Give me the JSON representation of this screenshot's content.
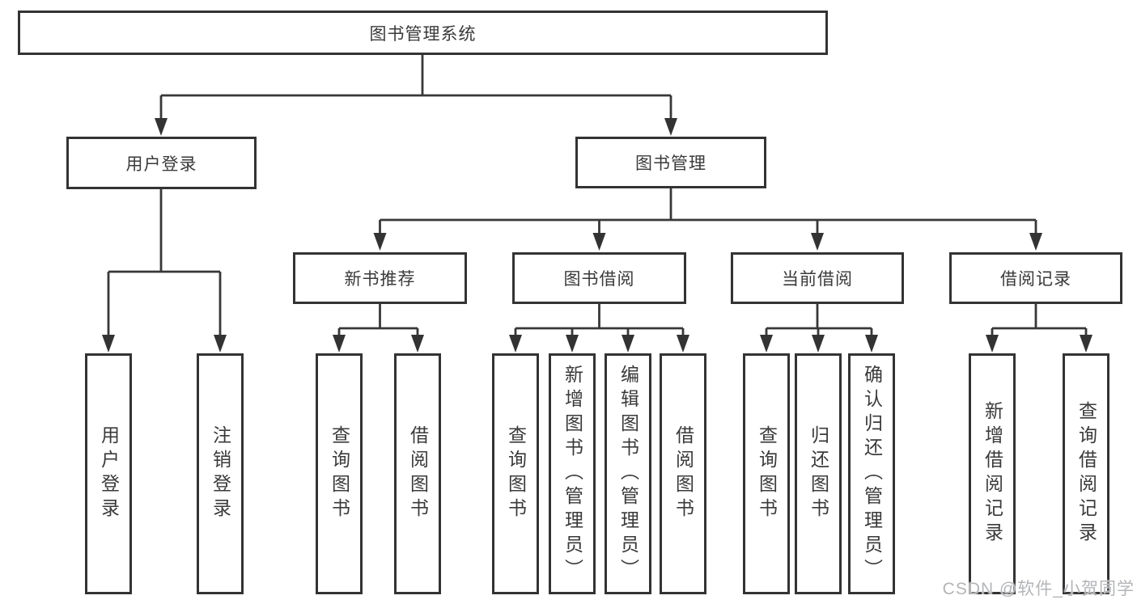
{
  "diagram": {
    "root": {
      "label": "图书管理系统",
      "children": [
        {
          "label": "用户登录",
          "children": [
            {
              "label": "用户登录"
            },
            {
              "label": "注销登录"
            }
          ]
        },
        {
          "label": "图书管理",
          "children": [
            {
              "label": "新书推荐",
              "children": [
                {
                  "label": "查询图书"
                },
                {
                  "label": "借阅图书"
                }
              ]
            },
            {
              "label": "图书借阅",
              "children": [
                {
                  "label": "查询图书"
                },
                {
                  "label": "新增图书（管理员）"
                },
                {
                  "label": "编辑图书（管理员）"
                },
                {
                  "label": "借阅图书"
                }
              ]
            },
            {
              "label": "当前借阅",
              "children": [
                {
                  "label": "查询图书"
                },
                {
                  "label": "归还图书"
                },
                {
                  "label": "确认归还（管理员）"
                }
              ]
            },
            {
              "label": "借阅记录",
              "children": [
                {
                  "label": "新增借阅记录"
                },
                {
                  "label": "查询借阅记录"
                }
              ]
            }
          ]
        }
      ]
    }
  },
  "watermark": "CSDN @软件_小贺同学",
  "colors": {
    "line": "#383838",
    "box_border": "#333333",
    "text": "#3a3a3a",
    "watermark": "#b3b5b8",
    "background": "#ffffff"
  }
}
